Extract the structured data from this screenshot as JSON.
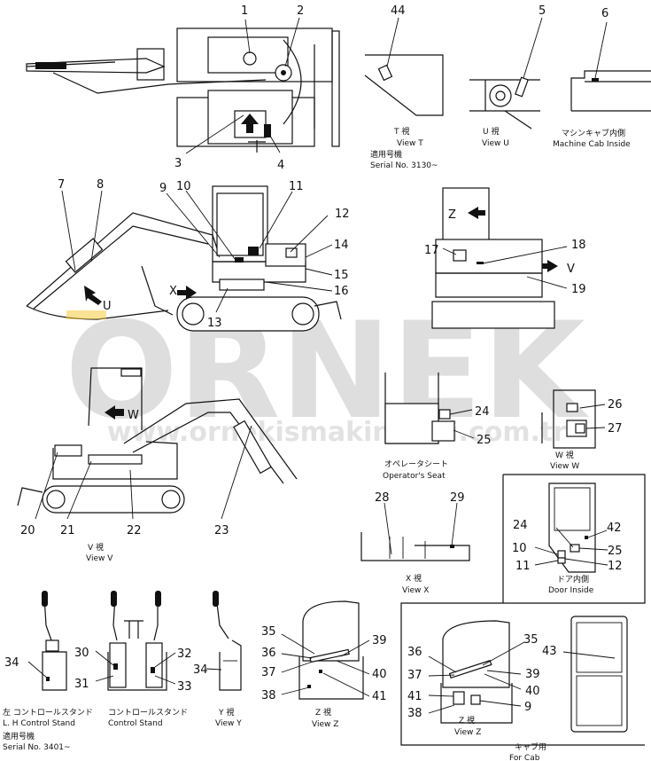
{
  "watermark": {
    "brand": "ORNEK",
    "url": "www.ornekismakinalari.com.tr"
  },
  "callouts": {
    "1": "1",
    "2": "2",
    "3": "3",
    "4": "4",
    "5": "5",
    "6": "6",
    "7": "7",
    "8": "8",
    "9": "9",
    "10": "10",
    "11": "11",
    "12": "12",
    "13": "13",
    "14": "14",
    "15": "15",
    "16": "16",
    "17": "17",
    "18": "18",
    "19": "19",
    "20": "20",
    "21": "21",
    "22": "22",
    "23": "23",
    "24": "24",
    "25": "25",
    "26": "26",
    "27": "27",
    "28": "28",
    "29": "29",
    "30": "30",
    "31": "31",
    "32": "32",
    "33": "33",
    "34": "34",
    "35": "35",
    "36": "36",
    "37": "37",
    "38": "38",
    "39": "39",
    "40": "40",
    "41": "41",
    "42": "42",
    "43": "43",
    "44": "44"
  },
  "arrows": {
    "u": "U",
    "x": "X",
    "z": "Z",
    "v": "V",
    "w": "W"
  },
  "views": {
    "t": {
      "jp": "T 視",
      "label": "View T",
      "serial_jp": "適用号機",
      "serial": "Serial No. 3130~"
    },
    "u": {
      "jp": "U 視",
      "label": "View U"
    },
    "cab_inside": {
      "jp": "マシンキャブ内側",
      "label": "Machine Cab Inside"
    },
    "v": {
      "jp": "V 視",
      "label": "View V"
    },
    "operators_seat": {
      "jp": "オペレータシート",
      "label": "Operator's Seat"
    },
    "w": {
      "jp": "W 視",
      "label": "View W"
    },
    "x": {
      "jp": "X 視",
      "label": "View X"
    },
    "door_inside": {
      "jp": "ドア内側",
      "label": "Door Inside"
    },
    "z": {
      "jp": "Z 視",
      "label": "View Z"
    },
    "for_cab": {
      "jp": "キャブ用",
      "label": "For Cab"
    },
    "lh_control_stand": {
      "jp": "左 コントロールスタンド",
      "label": "L. H Control Stand",
      "serial_jp": "適用号機",
      "serial": "Serial No. 3401~"
    },
    "control_stand": {
      "jp": "コントロールスタンド",
      "label": "Control Stand"
    },
    "y": {
      "jp": "Y 視",
      "label": "View Y"
    }
  }
}
